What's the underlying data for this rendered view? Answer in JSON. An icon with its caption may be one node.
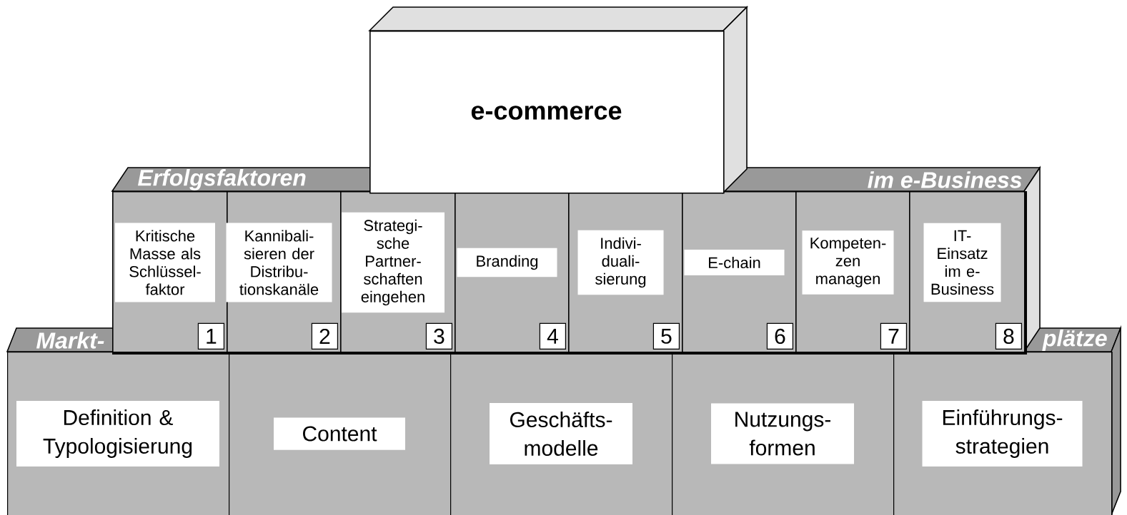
{
  "diagram": {
    "nodes": [
      {
        "text": [
          "e-commerce"
        ]
      },
      {
        "text": [
          "Erfolgsfaktoren",
          "im e-Business"
        ]
      },
      {
        "text": [
          "Kritische Masse als Schlüssel- faktor",
          "1"
        ],
        "in": 1
      },
      {
        "text": [
          "Kannibali- sieren der Distribu- tionskanäle",
          "2"
        ],
        "in": 1
      },
      {
        "text": [
          "Strategi- sche Partner- schaften eingehen",
          "3"
        ],
        "in": 1
      },
      {
        "text": [
          "Branding",
          "4"
        ],
        "in": 1
      },
      {
        "text": [
          "Indivi- duali- sierung",
          "5"
        ],
        "in": 1
      },
      {
        "text": [
          "E-chain",
          "6"
        ],
        "in": 1
      },
      {
        "text": [
          "Kompeten- zen managen",
          "7"
        ],
        "in": 1
      },
      {
        "text": [
          "IT- Einsatz im e- Business",
          "8"
        ],
        "in": 1
      },
      {
        "text": [
          "Markt-",
          "plätze"
        ]
      },
      {
        "text": [
          "Definition & Typologisierung"
        ],
        "in": 10
      },
      {
        "text": [
          "Content"
        ],
        "in": 10
      },
      {
        "text": [
          "Geschäfts- modelle"
        ],
        "in": 10
      },
      {
        "text": [
          "Nutzungs- formen"
        ],
        "in": 10
      },
      {
        "text": [
          "Einführungs- strategien"
        ],
        "in": 10
      }
    ]
  }
}
